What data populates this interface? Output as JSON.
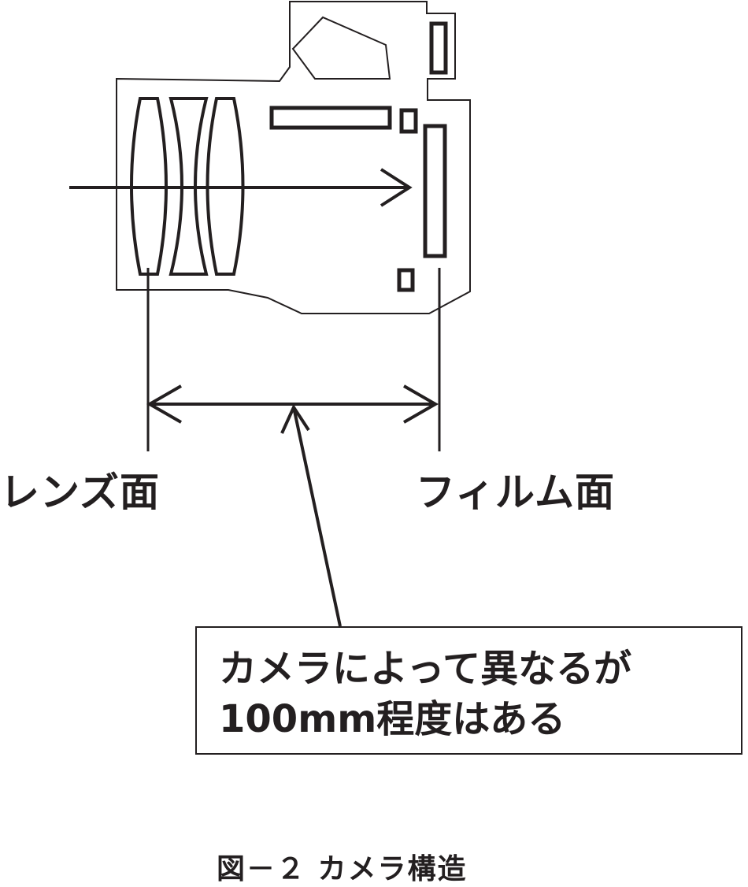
{
  "labels": {
    "lens_plane": "レンズ面",
    "film_plane": "フィルム面"
  },
  "note": {
    "line1": "カメラによって異なるが",
    "line2": "100mm程度はある"
  },
  "caption": "図－２ カメラ構造",
  "colors": {
    "ink": "#231f20",
    "background": "#ffffff"
  }
}
